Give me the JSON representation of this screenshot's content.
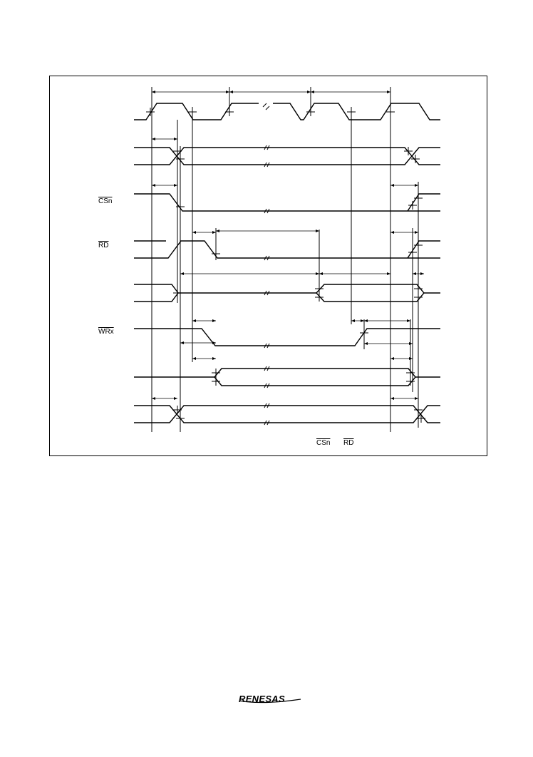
{
  "signal_labels": {
    "csn": "CSn",
    "rd": "RD",
    "wrx": "WRx"
  },
  "footnote": {
    "csn": "CSn",
    "rd": "RD"
  },
  "logo": "RENESAS"
}
